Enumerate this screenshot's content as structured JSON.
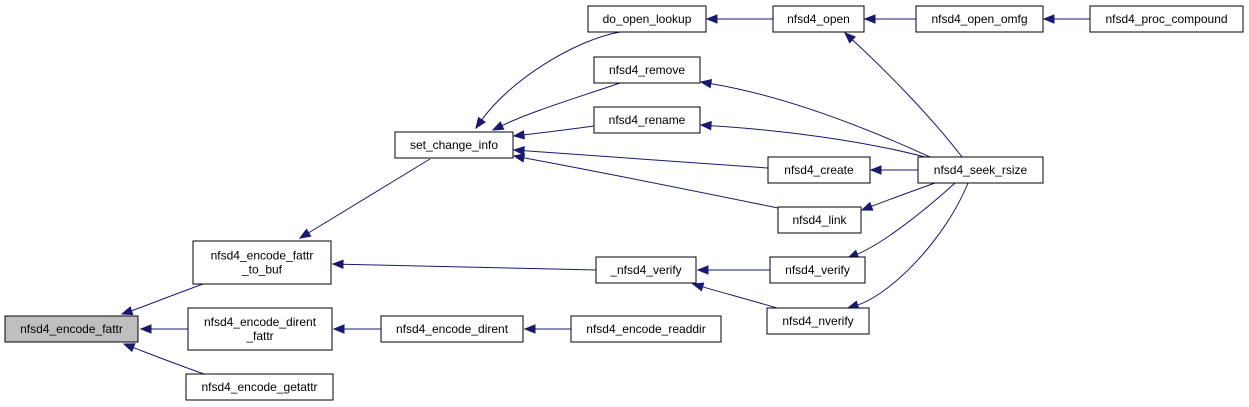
{
  "graph": {
    "highlight": "nfsd4_encode_fattr",
    "nodes": [
      {
        "id": "nfsd4_encode_fattr",
        "lines": [
          "nfsd4_encode_fattr"
        ]
      },
      {
        "id": "nfsd4_encode_fattr_to_buf",
        "lines": [
          "nfsd4_encode_fattr",
          "_to_buf"
        ]
      },
      {
        "id": "nfsd4_encode_dirent_fattr",
        "lines": [
          "nfsd4_encode_dirent",
          "_fattr"
        ]
      },
      {
        "id": "nfsd4_encode_getattr",
        "lines": [
          "nfsd4_encode_getattr"
        ]
      },
      {
        "id": "set_change_info",
        "lines": [
          "set_change_info"
        ]
      },
      {
        "id": "_nfsd4_verify",
        "lines": [
          "_nfsd4_verify"
        ]
      },
      {
        "id": "nfsd4_encode_dirent",
        "lines": [
          "nfsd4_encode_dirent"
        ]
      },
      {
        "id": "nfsd4_encode_readdir",
        "lines": [
          "nfsd4_encode_readdir"
        ]
      },
      {
        "id": "do_open_lookup",
        "lines": [
          "do_open_lookup"
        ]
      },
      {
        "id": "nfsd4_remove",
        "lines": [
          "nfsd4_remove"
        ]
      },
      {
        "id": "nfsd4_rename",
        "lines": [
          "nfsd4_rename"
        ]
      },
      {
        "id": "nfsd4_create",
        "lines": [
          "nfsd4_create"
        ]
      },
      {
        "id": "nfsd4_link",
        "lines": [
          "nfsd4_link"
        ]
      },
      {
        "id": "nfsd4_verify",
        "lines": [
          "nfsd4_verify"
        ]
      },
      {
        "id": "nfsd4_nverify",
        "lines": [
          "nfsd4_nverify"
        ]
      },
      {
        "id": "nfsd4_open",
        "lines": [
          "nfsd4_open"
        ]
      },
      {
        "id": "nfsd4_open_omfg",
        "lines": [
          "nfsd4_open_omfg"
        ]
      },
      {
        "id": "nfsd4_proc_compound",
        "lines": [
          "nfsd4_proc_compound"
        ]
      },
      {
        "id": "nfsd4_seek_rsize",
        "lines": [
          "nfsd4_seek_rsize"
        ]
      }
    ],
    "edges": [
      {
        "from": "nfsd4_encode_fattr_to_buf",
        "to": "nfsd4_encode_fattr"
      },
      {
        "from": "nfsd4_encode_dirent_fattr",
        "to": "nfsd4_encode_fattr"
      },
      {
        "from": "nfsd4_encode_getattr",
        "to": "nfsd4_encode_fattr"
      },
      {
        "from": "set_change_info",
        "to": "nfsd4_encode_fattr_to_buf"
      },
      {
        "from": "_nfsd4_verify",
        "to": "nfsd4_encode_fattr_to_buf"
      },
      {
        "from": "nfsd4_encode_dirent",
        "to": "nfsd4_encode_dirent_fattr"
      },
      {
        "from": "nfsd4_encode_readdir",
        "to": "nfsd4_encode_dirent"
      },
      {
        "from": "do_open_lookup",
        "to": "set_change_info"
      },
      {
        "from": "nfsd4_remove",
        "to": "set_change_info"
      },
      {
        "from": "nfsd4_rename",
        "to": "set_change_info"
      },
      {
        "from": "nfsd4_create",
        "to": "set_change_info"
      },
      {
        "from": "nfsd4_link",
        "to": "set_change_info"
      },
      {
        "from": "nfsd4_verify",
        "to": "_nfsd4_verify"
      },
      {
        "from": "nfsd4_nverify",
        "to": "_nfsd4_verify"
      },
      {
        "from": "nfsd4_open",
        "to": "do_open_lookup"
      },
      {
        "from": "nfsd4_open_omfg",
        "to": "nfsd4_open"
      },
      {
        "from": "nfsd4_proc_compound",
        "to": "nfsd4_open_omfg"
      },
      {
        "from": "nfsd4_seek_rsize",
        "to": "nfsd4_open"
      },
      {
        "from": "nfsd4_seek_rsize",
        "to": "nfsd4_remove"
      },
      {
        "from": "nfsd4_seek_rsize",
        "to": "nfsd4_rename"
      },
      {
        "from": "nfsd4_seek_rsize",
        "to": "nfsd4_create"
      },
      {
        "from": "nfsd4_seek_rsize",
        "to": "nfsd4_link"
      },
      {
        "from": "nfsd4_seek_rsize",
        "to": "nfsd4_verify"
      },
      {
        "from": "nfsd4_seek_rsize",
        "to": "nfsd4_nverify"
      }
    ]
  }
}
